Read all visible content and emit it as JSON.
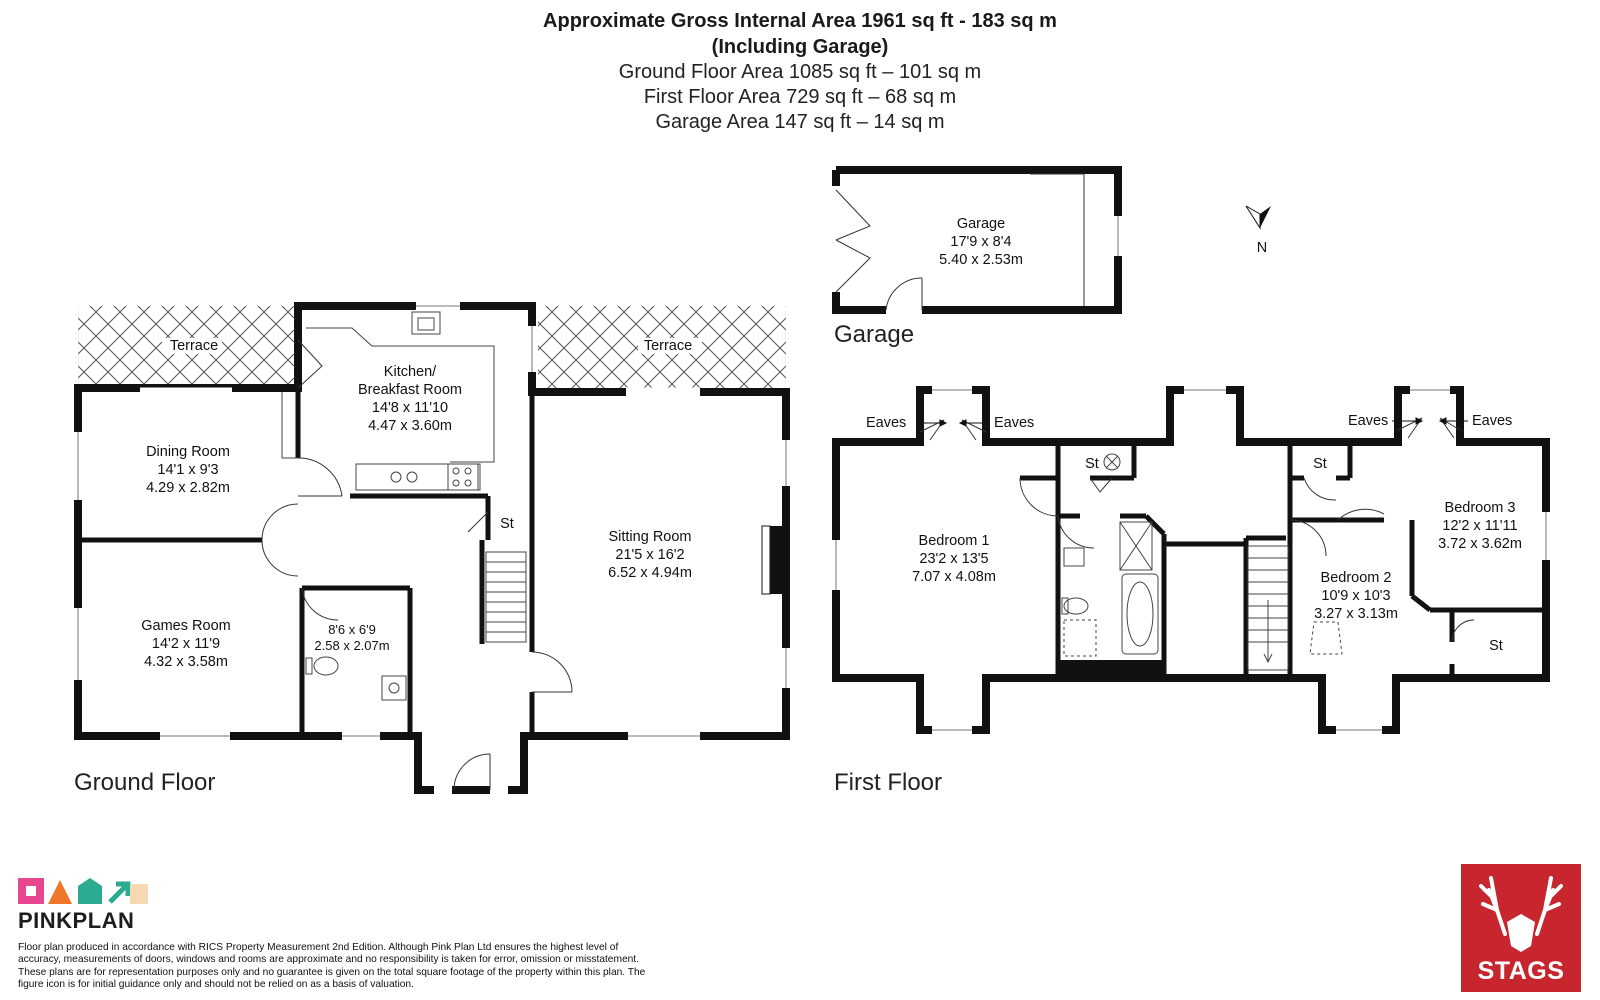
{
  "header": {
    "title": "Approximate Gross Internal Area 1961 sq ft - 183 sq m",
    "subtitle": "(Including Garage)",
    "ground_area": "Ground Floor Area 1085 sq ft – 101 sq m",
    "first_area": "First Floor Area 729 sq ft – 68 sq m",
    "garage_area": "Garage Area 147 sq ft – 14 sq m"
  },
  "floors": {
    "ground": "Ground Floor",
    "first": "First Floor",
    "garage": "Garage"
  },
  "rooms": {
    "terrace_left": "Terrace",
    "terrace_right": "Terrace",
    "kitchen": {
      "name": "Kitchen/",
      "name2": "Breakfast Room",
      "imperial": "14'8 x 11'10",
      "metric": "4.47 x 3.60m"
    },
    "dining": {
      "name": "Dining Room",
      "imperial": "14'1 x 9'3",
      "metric": "4.29 x 2.82m"
    },
    "games": {
      "name": "Games Room",
      "imperial": "14'2 x 11'9",
      "metric": "4.32 x 3.58m"
    },
    "utility": {
      "imperial": "8'6 x 6'9",
      "metric": "2.58 x 2.07m"
    },
    "sitting": {
      "name": "Sitting Room",
      "imperial": "21'5 x 16'2",
      "metric": "6.52 x 4.94m"
    },
    "garage": {
      "name": "Garage",
      "imperial": "17'9 x 8'4",
      "metric": "5.40 x 2.53m"
    },
    "bed1": {
      "name": "Bedroom 1",
      "imperial": "23'2 x 13'5",
      "metric": "7.07 x 4.08m"
    },
    "bed2": {
      "name": "Bedroom 2",
      "imperial": "10'9 x 10'3",
      "metric": "3.27 x 3.13m"
    },
    "bed3": {
      "name": "Bedroom 3",
      "imperial": "12'2 x 11'11",
      "metric": "3.72 x 3.62m"
    },
    "store_ground": "St",
    "store_first_1": "St",
    "store_first_2": "St",
    "store_first_3": "St",
    "eaves_1": "Eaves",
    "eaves_2": "Eaves",
    "eaves_3": "Eaves",
    "eaves_4": "Eaves"
  },
  "compass": {
    "label": "N"
  },
  "branding": {
    "pinkplan": "PINKPLAN",
    "stags": "STAGS",
    "stags_color": "#c8262f",
    "disclaimer": "Floor plan produced in accordance with RICS Property Measurement 2nd Edition. Although Pink Plan Ltd ensures the highest level of accuracy, measurements of doors, windows and rooms are approximate and no responsibility is taken for error, omission or misstatement. These plans are for representation purposes only and no guarantee is given on the total square footage of the property within this plan. The figure icon is for initial guidance only and should not be relied on as a basis of valuation."
  }
}
